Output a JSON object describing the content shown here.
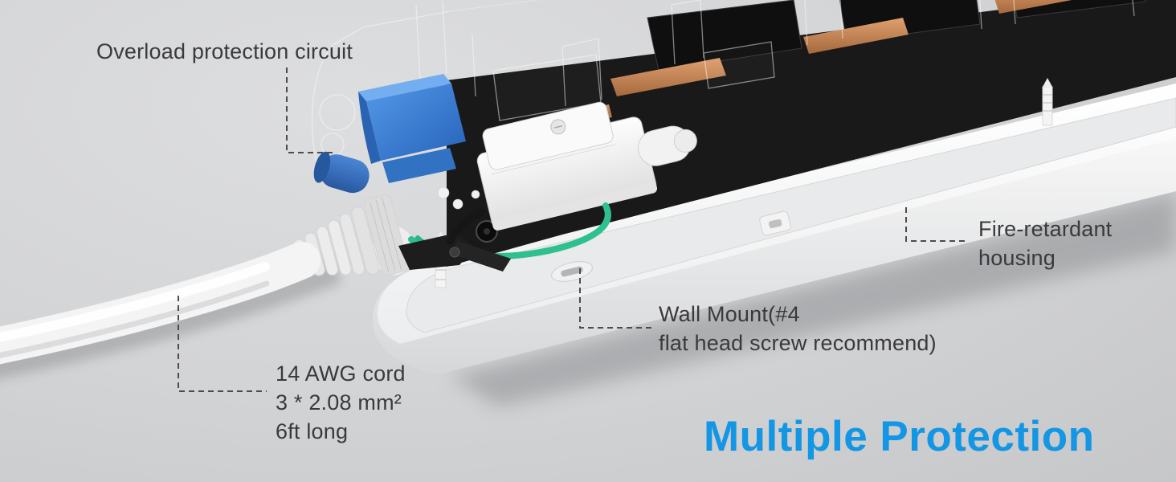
{
  "headline": {
    "text": "Multiple Protection",
    "color": "#1396e4"
  },
  "callouts": {
    "overload": {
      "text": "Overload protection circuit"
    },
    "fire": {
      "line1": "Fire-retardant",
      "line2": "housing"
    },
    "wall_mount": {
      "line1": "Wall Mount(#4",
      "line2": "flat head screw recommend)"
    },
    "cord": {
      "line1": "14 AWG cord",
      "line2": "3 * 2.08 mm²",
      "line3": "6ft long"
    }
  },
  "colors": {
    "accent_blue": "#1396e4",
    "label_text": "#3a3a3a",
    "background_gray": "#d3d4d6",
    "component_blue": "#2f7ed6",
    "wire_green": "#2ec08e",
    "copper": "#c8845a",
    "housing_white": "#f2f2f3"
  }
}
